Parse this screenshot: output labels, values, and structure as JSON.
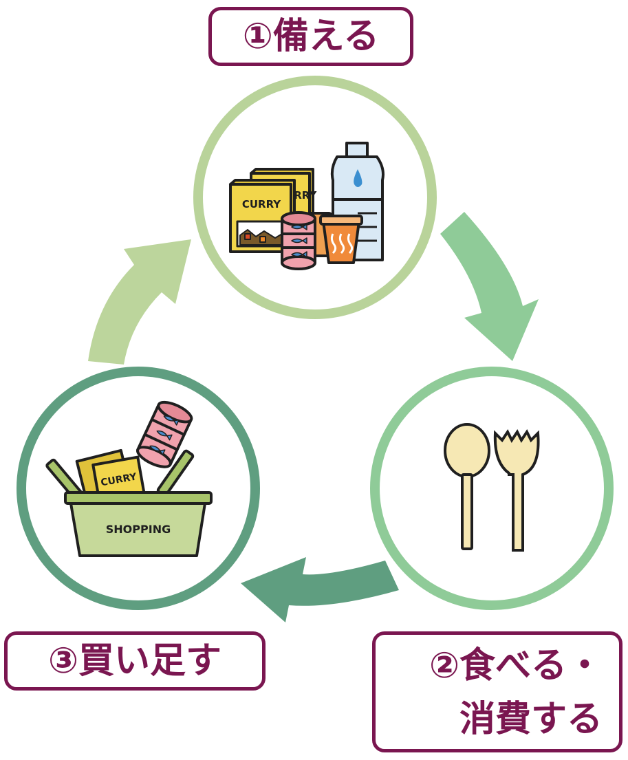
{
  "steps": {
    "step1": {
      "label": "①備える"
    },
    "step2": {
      "label_line1": "②食べる・",
      "label_line2": "消費する"
    },
    "step3": {
      "label": "③買い足す"
    }
  },
  "illustrations": {
    "stock": {
      "box_front_text": "CURRY",
      "box_back_text": "CURRY",
      "icon": "emergency-food-stock"
    },
    "eat": {
      "icon": "spoon-and-fork"
    },
    "buy": {
      "basket_text": "SHOPPING",
      "box_text": "CURRY",
      "icon": "shopping-basket"
    }
  },
  "colors": {
    "label_border": "#7a1650",
    "circle_1": "#b9d39a",
    "circle_2": "#8fcb98",
    "circle_3": "#5f9e80",
    "arrow_1": "#bcd59c",
    "arrow_2": "#8fcb98",
    "arrow_3": "#5f9e80"
  }
}
